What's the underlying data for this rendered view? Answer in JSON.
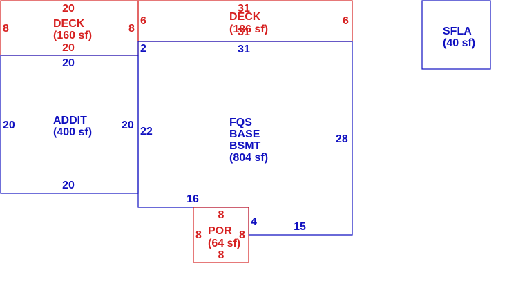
{
  "colors": {
    "red": "#d62020",
    "blue": "#1010c0",
    "background": "#ffffff"
  },
  "areas": {
    "deck_left": {
      "name": "DECK",
      "area": "(160 sf)",
      "dim_top": "20",
      "dim_bottom": "20",
      "dim_left": "8",
      "dim_right": "8"
    },
    "deck_right": {
      "name": "DECK",
      "area": "(186 sf)",
      "dim_top": "31",
      "dim_bottom": "31",
      "dim_left": "6",
      "dim_right": "6"
    },
    "addit": {
      "name": "ADDIT",
      "area": "(400 sf)",
      "dim_top": "20",
      "dim_bottom": "20",
      "dim_left": "20",
      "dim_right": "20"
    },
    "main": {
      "name_line1": "FQS",
      "name_line2": "BASE",
      "name_line3": "BSMT",
      "area": "(804 sf)",
      "dim_top": "31",
      "dim_left_short": "2",
      "dim_left": "22",
      "dim_right": "28",
      "dim_bottom_left": "16",
      "dim_notch": "4",
      "dim_bottom_right": "15"
    },
    "por": {
      "name": "POR",
      "area": "(64 sf)",
      "dim_top": "8",
      "dim_bottom": "8",
      "dim_left": "8",
      "dim_right": "8"
    },
    "sfla": {
      "name": "SFLA",
      "area": "(40 sf)"
    }
  }
}
